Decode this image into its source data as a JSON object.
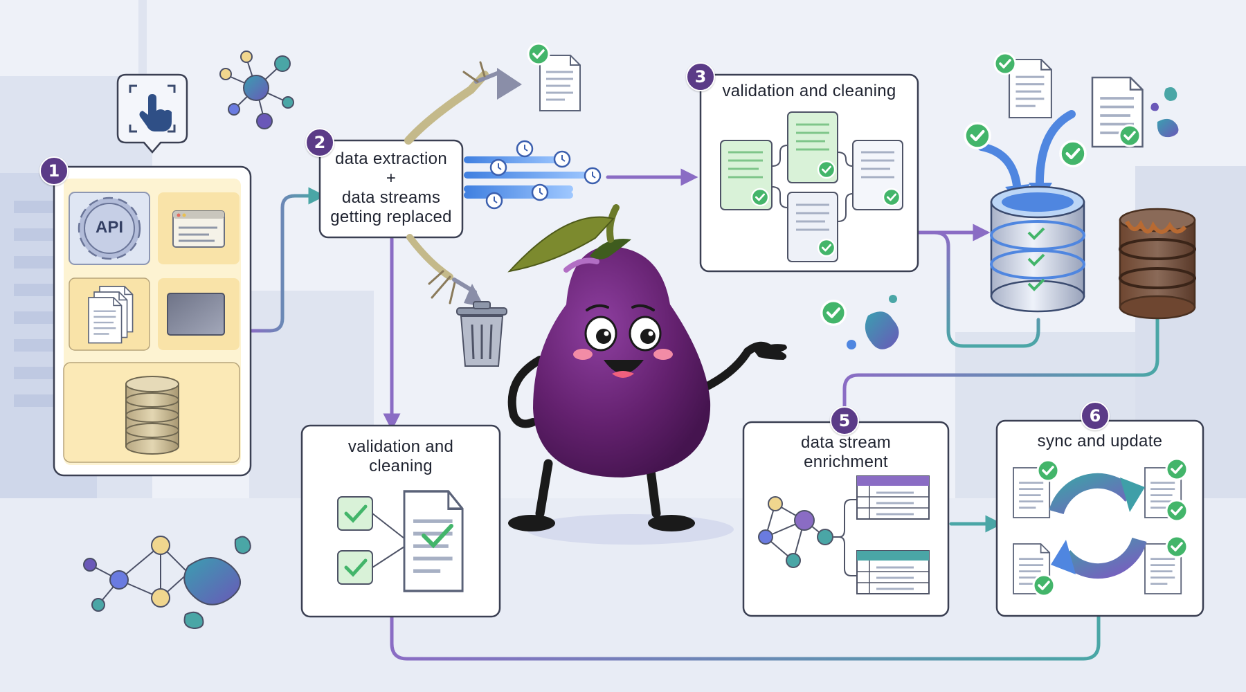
{
  "steps": [
    {
      "number": "1"
    },
    {
      "number": "2",
      "label_lines": [
        "data extraction",
        "+",
        "data streams",
        "getting replaced"
      ]
    },
    {
      "number": "3",
      "label": "validation and cleaning"
    },
    {
      "label_lines": [
        "validation and",
        "cleaning"
      ]
    },
    {
      "number": "5",
      "label_lines": [
        "data stream",
        "enrichment"
      ]
    },
    {
      "number": "6",
      "label": "sync and update"
    }
  ],
  "sources": {
    "api_label": "API"
  },
  "colors": {
    "badge": "#5b3b87",
    "accent_purple": "#8a6cc4",
    "accent_teal": "#4aa6a6",
    "check_green": "#43b56a",
    "stream_blue": "#4f86e0",
    "eggplant": "#5a1f6e"
  },
  "icons": [
    "touch-select-icon",
    "network-node-icon",
    "gear-api-icon",
    "browser-window-icon",
    "documents-stack-icon",
    "monitor-icon",
    "database-cylinder-icon",
    "document-check-icon",
    "clock-icon",
    "trash-icon",
    "sync-arrows-icon",
    "rusty-barrel-icon",
    "table-icon",
    "blob-icon"
  ]
}
